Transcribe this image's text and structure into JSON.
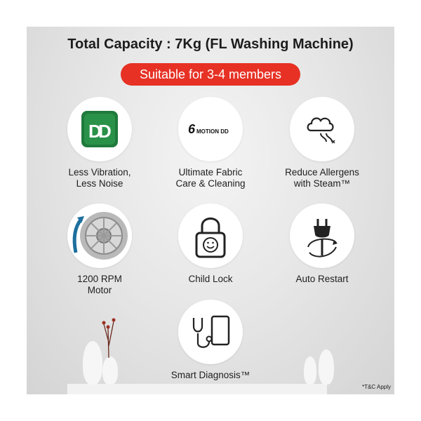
{
  "title": "Total Capacity : 7Kg (FL Washing Machine)",
  "badge": "Suitable for 3-4 members",
  "features": [
    {
      "line1": "Less Vibration,",
      "line2": "Less Noise",
      "icon": "dd-motor-icon"
    },
    {
      "line1": "Ultimate Fabric",
      "line2": "Care & Cleaning",
      "icon": "6-motion-dd-icon",
      "icon_text": "MOTION DD"
    },
    {
      "line1": "Reduce Allergens",
      "line2": "with Steam™",
      "icon": "steam-icon"
    },
    {
      "line1": "1200 RPM",
      "line2": "Motor",
      "icon": "motor-drum-icon"
    },
    {
      "line1": "Child Lock",
      "line2": "",
      "icon": "child-lock-icon"
    },
    {
      "line1": "Auto Restart",
      "line2": "",
      "icon": "auto-restart-plug-icon"
    },
    {
      "line1": "Smart Diagnosis™",
      "line2": "",
      "icon": "smart-diagnosis-icon"
    }
  ],
  "footnote": "*T&C Apply",
  "colors": {
    "badge_bg": "#e63124",
    "dd_green": "#1f7a3c"
  }
}
